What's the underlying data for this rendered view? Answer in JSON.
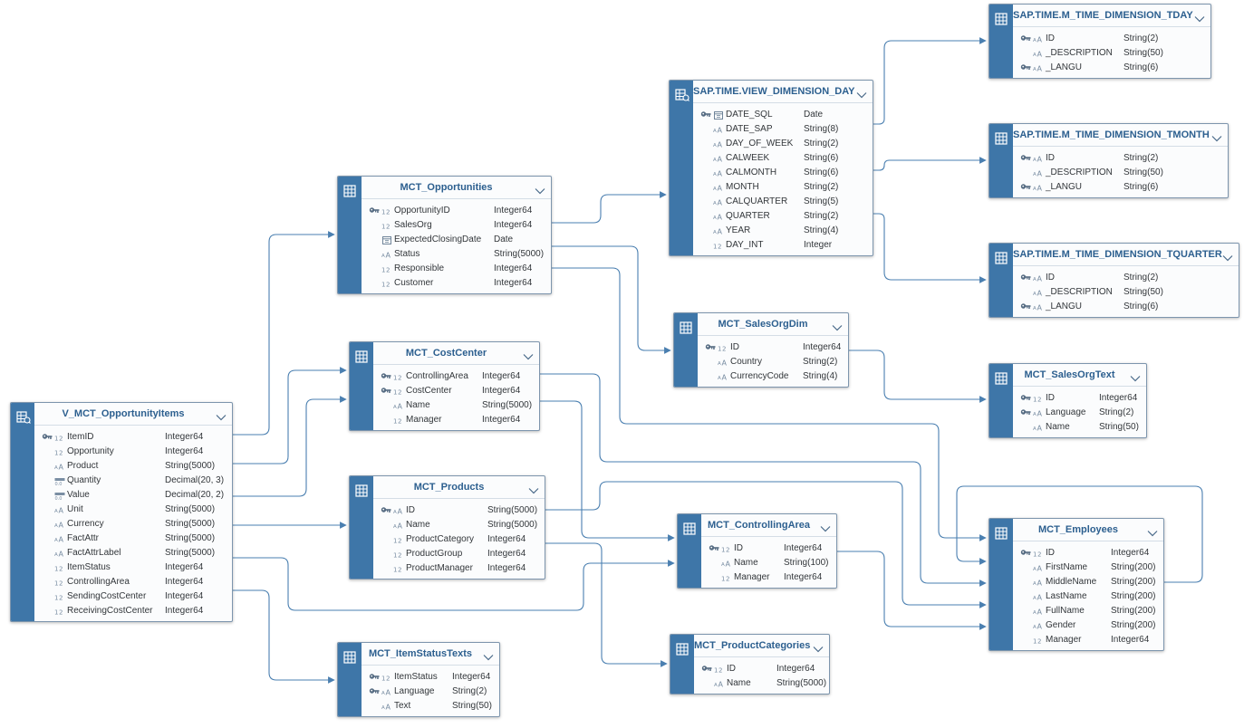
{
  "entities": [
    {
      "title": "V_MCT_OpportunityItems",
      "kind": "view",
      "fields": [
        {
          "name": "ItemID",
          "type": "Integer64",
          "key": true,
          "icon": "numeric"
        },
        {
          "name": "Opportunity",
          "type": "Integer64",
          "key": false,
          "icon": "numeric"
        },
        {
          "name": "Product",
          "type": "String(5000)",
          "key": false,
          "icon": "string"
        },
        {
          "name": "Quantity",
          "type": "Decimal(20, 3)",
          "key": false,
          "icon": "decimal"
        },
        {
          "name": "Value",
          "type": "Decimal(20, 2)",
          "key": false,
          "icon": "decimal"
        },
        {
          "name": "Unit",
          "type": "String(5000)",
          "key": false,
          "icon": "string"
        },
        {
          "name": "Currency",
          "type": "String(5000)",
          "key": false,
          "icon": "string"
        },
        {
          "name": "FactAttr",
          "type": "String(5000)",
          "key": false,
          "icon": "string"
        },
        {
          "name": "FactAttrLabel",
          "type": "String(5000)",
          "key": false,
          "icon": "string"
        },
        {
          "name": "ItemStatus",
          "type": "Integer64",
          "key": false,
          "icon": "numeric"
        },
        {
          "name": "ControllingArea",
          "type": "Integer64",
          "key": false,
          "icon": "numeric"
        },
        {
          "name": "SendingCostCenter",
          "type": "Integer64",
          "key": false,
          "icon": "numeric"
        },
        {
          "name": "ReceivingCostCenter",
          "type": "Integer64",
          "key": false,
          "icon": "numeric"
        }
      ]
    },
    {
      "title": "MCT_Opportunities",
      "kind": "table",
      "fields": [
        {
          "name": "OpportunityID",
          "type": "Integer64",
          "key": true,
          "icon": "numeric"
        },
        {
          "name": "SalesOrg",
          "type": "Integer64",
          "key": false,
          "icon": "numeric"
        },
        {
          "name": "ExpectedClosingDate",
          "type": "Date",
          "key": false,
          "icon": "date"
        },
        {
          "name": "Status",
          "type": "String(5000)",
          "key": false,
          "icon": "string"
        },
        {
          "name": "Responsible",
          "type": "Integer64",
          "key": false,
          "icon": "numeric"
        },
        {
          "name": "Customer",
          "type": "Integer64",
          "key": false,
          "icon": "numeric"
        }
      ]
    },
    {
      "title": "MCT_CostCenter",
      "kind": "table",
      "fields": [
        {
          "name": "ControllingArea",
          "type": "Integer64",
          "key": true,
          "icon": "numeric"
        },
        {
          "name": "CostCenter",
          "type": "Integer64",
          "key": true,
          "icon": "numeric"
        },
        {
          "name": "Name",
          "type": "String(5000)",
          "key": false,
          "icon": "string"
        },
        {
          "name": "Manager",
          "type": "Integer64",
          "key": false,
          "icon": "numeric"
        }
      ]
    },
    {
      "title": "MCT_Products",
      "kind": "table",
      "fields": [
        {
          "name": "ID",
          "type": "String(5000)",
          "key": true,
          "icon": "string"
        },
        {
          "name": "Name",
          "type": "String(5000)",
          "key": false,
          "icon": "string"
        },
        {
          "name": "ProductCategory",
          "type": "Integer64",
          "key": false,
          "icon": "numeric"
        },
        {
          "name": "ProductGroup",
          "type": "Integer64",
          "key": false,
          "icon": "numeric"
        },
        {
          "name": "ProductManager",
          "type": "Integer64",
          "key": false,
          "icon": "numeric"
        }
      ]
    },
    {
      "title": "MCT_ItemStatusTexts",
      "kind": "table",
      "fields": [
        {
          "name": "ItemStatus",
          "type": "Integer64",
          "key": true,
          "icon": "numeric"
        },
        {
          "name": "Language",
          "type": "String(2)",
          "key": true,
          "icon": "string"
        },
        {
          "name": "Text",
          "type": "String(50)",
          "key": false,
          "icon": "string"
        }
      ]
    },
    {
      "title": "SAP.TIME.VIEW_DIMENSION_DAY",
      "kind": "view",
      "fields": [
        {
          "name": "DATE_SQL",
          "type": "Date",
          "key": true,
          "icon": "date"
        },
        {
          "name": "DATE_SAP",
          "type": "String(8)",
          "key": false,
          "icon": "string"
        },
        {
          "name": "DAY_OF_WEEK",
          "type": "String(2)",
          "key": false,
          "icon": "string"
        },
        {
          "name": "CALWEEK",
          "type": "String(6)",
          "key": false,
          "icon": "string"
        },
        {
          "name": "CALMONTH",
          "type": "String(6)",
          "key": false,
          "icon": "string"
        },
        {
          "name": "MONTH",
          "type": "String(2)",
          "key": false,
          "icon": "string"
        },
        {
          "name": "CALQUARTER",
          "type": "String(5)",
          "key": false,
          "icon": "string"
        },
        {
          "name": "QUARTER",
          "type": "String(2)",
          "key": false,
          "icon": "string"
        },
        {
          "name": "YEAR",
          "type": "String(4)",
          "key": false,
          "icon": "string"
        },
        {
          "name": "DAY_INT",
          "type": "Integer",
          "key": false,
          "icon": "numeric"
        }
      ]
    },
    {
      "title": "MCT_SalesOrgDim",
      "kind": "table",
      "fields": [
        {
          "name": "ID",
          "type": "Integer64",
          "key": true,
          "icon": "numeric"
        },
        {
          "name": "Country",
          "type": "String(2)",
          "key": false,
          "icon": "string"
        },
        {
          "name": "CurrencyCode",
          "type": "String(4)",
          "key": false,
          "icon": "string"
        }
      ]
    },
    {
      "title": "MCT_ControllingArea",
      "kind": "table",
      "fields": [
        {
          "name": "ID",
          "type": "Integer64",
          "key": true,
          "icon": "numeric"
        },
        {
          "name": "Name",
          "type": "String(100)",
          "key": false,
          "icon": "string"
        },
        {
          "name": "Manager",
          "type": "Integer64",
          "key": false,
          "icon": "numeric"
        }
      ]
    },
    {
      "title": "MCT_ProductCategories",
      "kind": "table",
      "fields": [
        {
          "name": "ID",
          "type": "Integer64",
          "key": true,
          "icon": "numeric"
        },
        {
          "name": "Name",
          "type": "String(5000)",
          "key": false,
          "icon": "string"
        }
      ]
    },
    {
      "title": "SAP.TIME.M_TIME_DIMENSION_TDAY",
      "kind": "table",
      "fields": [
        {
          "name": "ID",
          "type": "String(2)",
          "key": true,
          "icon": "string"
        },
        {
          "name": "_DESCRIPTION",
          "type": "String(50)",
          "key": false,
          "icon": "string"
        },
        {
          "name": "_LANGU",
          "type": "String(6)",
          "key": true,
          "icon": "string"
        }
      ]
    },
    {
      "title": "SAP.TIME.M_TIME_DIMENSION_TMONTH",
      "kind": "table",
      "fields": [
        {
          "name": "ID",
          "type": "String(2)",
          "key": true,
          "icon": "string"
        },
        {
          "name": "_DESCRIPTION",
          "type": "String(50)",
          "key": false,
          "icon": "string"
        },
        {
          "name": "_LANGU",
          "type": "String(6)",
          "key": true,
          "icon": "string"
        }
      ]
    },
    {
      "title": "SAP.TIME.M_TIME_DIMENSION_TQUARTER",
      "kind": "table",
      "fields": [
        {
          "name": "ID",
          "type": "String(2)",
          "key": true,
          "icon": "string"
        },
        {
          "name": "_DESCRIPTION",
          "type": "String(50)",
          "key": false,
          "icon": "string"
        },
        {
          "name": "_LANGU",
          "type": "String(6)",
          "key": true,
          "icon": "string"
        }
      ]
    },
    {
      "title": "MCT_SalesOrgText",
      "kind": "table",
      "fields": [
        {
          "name": "ID",
          "type": "Integer64",
          "key": true,
          "icon": "numeric"
        },
        {
          "name": "Language",
          "type": "String(2)",
          "key": true,
          "icon": "string"
        },
        {
          "name": "Name",
          "type": "String(50)",
          "key": false,
          "icon": "string"
        }
      ]
    },
    {
      "title": "MCT_Employees",
      "kind": "table",
      "fields": [
        {
          "name": "ID",
          "type": "Integer64",
          "key": true,
          "icon": "numeric"
        },
        {
          "name": "FirstName",
          "type": "String(200)",
          "key": false,
          "icon": "string"
        },
        {
          "name": "MiddleName",
          "type": "String(200)",
          "key": false,
          "icon": "string"
        },
        {
          "name": "LastName",
          "type": "String(200)",
          "key": false,
          "icon": "string"
        },
        {
          "name": "FullName",
          "type": "String(200)",
          "key": false,
          "icon": "string"
        },
        {
          "name": "Gender",
          "type": "String(200)",
          "key": false,
          "icon": "string"
        },
        {
          "name": "Manager",
          "type": "Integer64",
          "key": false,
          "icon": "numeric"
        }
      ]
    }
  ],
  "colors": {
    "accent": "#3e76a8",
    "title": "#2c5f8f",
    "connector": "#4a7fb0",
    "border": "#7d95ad"
  }
}
